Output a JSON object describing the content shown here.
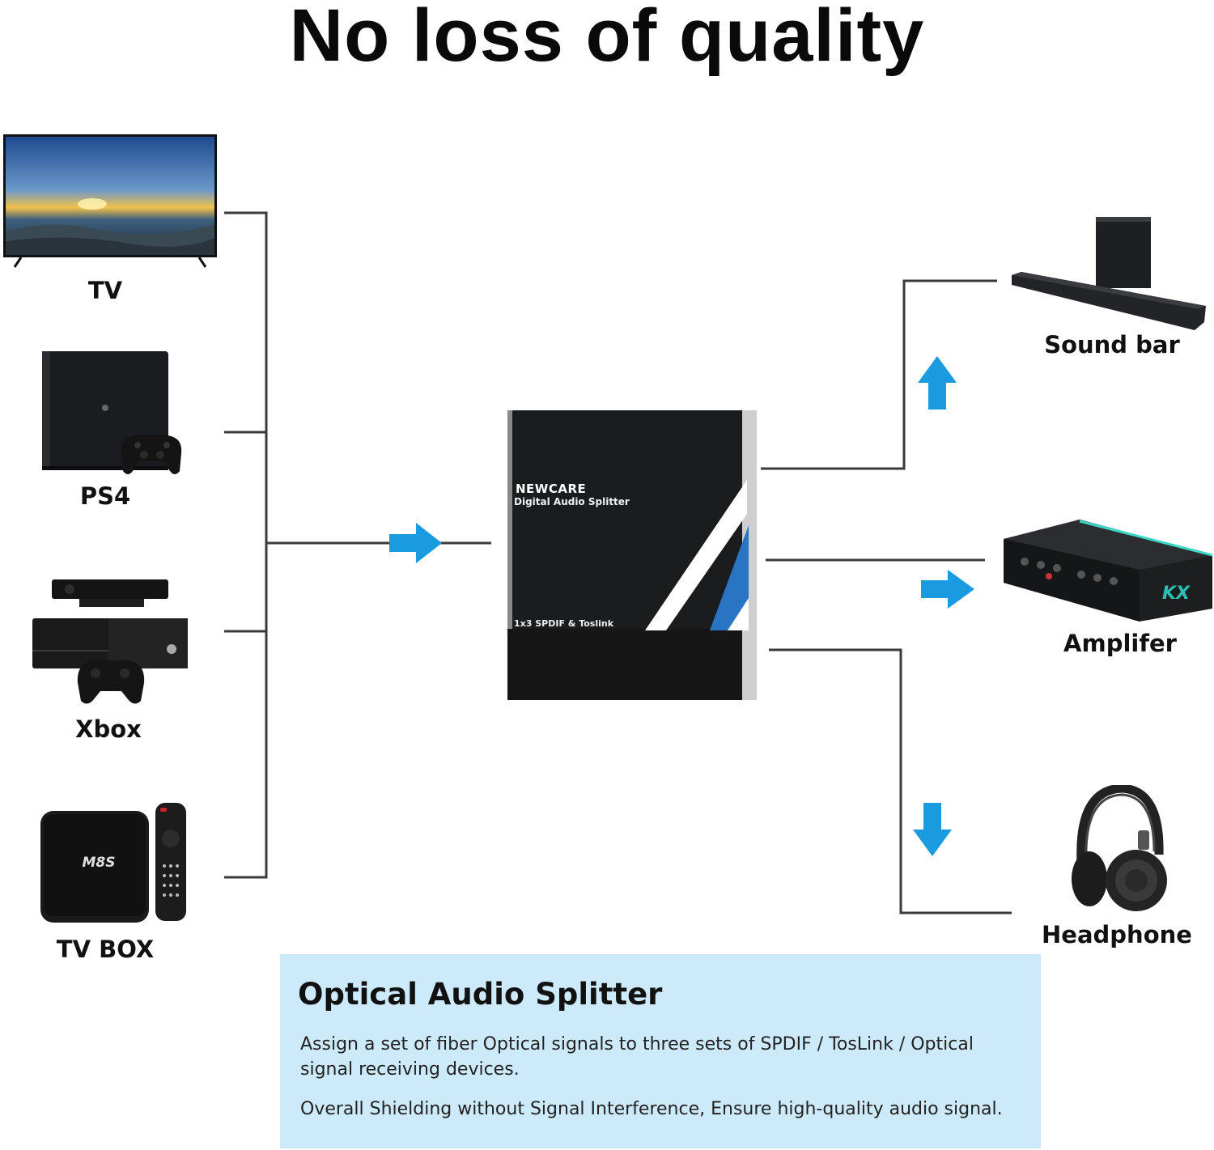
{
  "headline": "No loss of quality",
  "sources": [
    {
      "id": "tv",
      "label": "TV",
      "icon": "tv-icon"
    },
    {
      "id": "ps4",
      "label": "PS4",
      "icon": "game-console-icon"
    },
    {
      "id": "xbox",
      "label": "Xbox",
      "icon": "game-console-icon"
    },
    {
      "id": "tvbox",
      "label": "TV BOX",
      "icon": "tv-box-icon",
      "device_marking": "M8S"
    }
  ],
  "splitter": {
    "brand": "NEWCARE",
    "product": "Digital Audio Splitter",
    "spec": "1x3 SPDIF & Toslink"
  },
  "outputs": [
    {
      "id": "soundbar",
      "label": "Sound bar",
      "icon": "sound-bar-icon"
    },
    {
      "id": "amplifier",
      "label": "Amplifer",
      "icon": "amplifier-icon"
    },
    {
      "id": "headphone",
      "label": "Headphone",
      "icon": "headphone-icon"
    }
  ],
  "info": {
    "title": "Optical Audio Splitter",
    "paragraph1": "Assign a set of fiber Optical signals to three sets of  SPDIF / TosLink / Optical signal receiving devices.",
    "paragraph2": "Overall Shielding without Signal Interference, Ensure high-quality audio signal."
  },
  "colors": {
    "arrow": "#1a9be0",
    "wire": "#3a3a3a",
    "info_background": "#cdeafb",
    "splitter_body": "#141414",
    "splitter_accent": "#2a74c4"
  }
}
